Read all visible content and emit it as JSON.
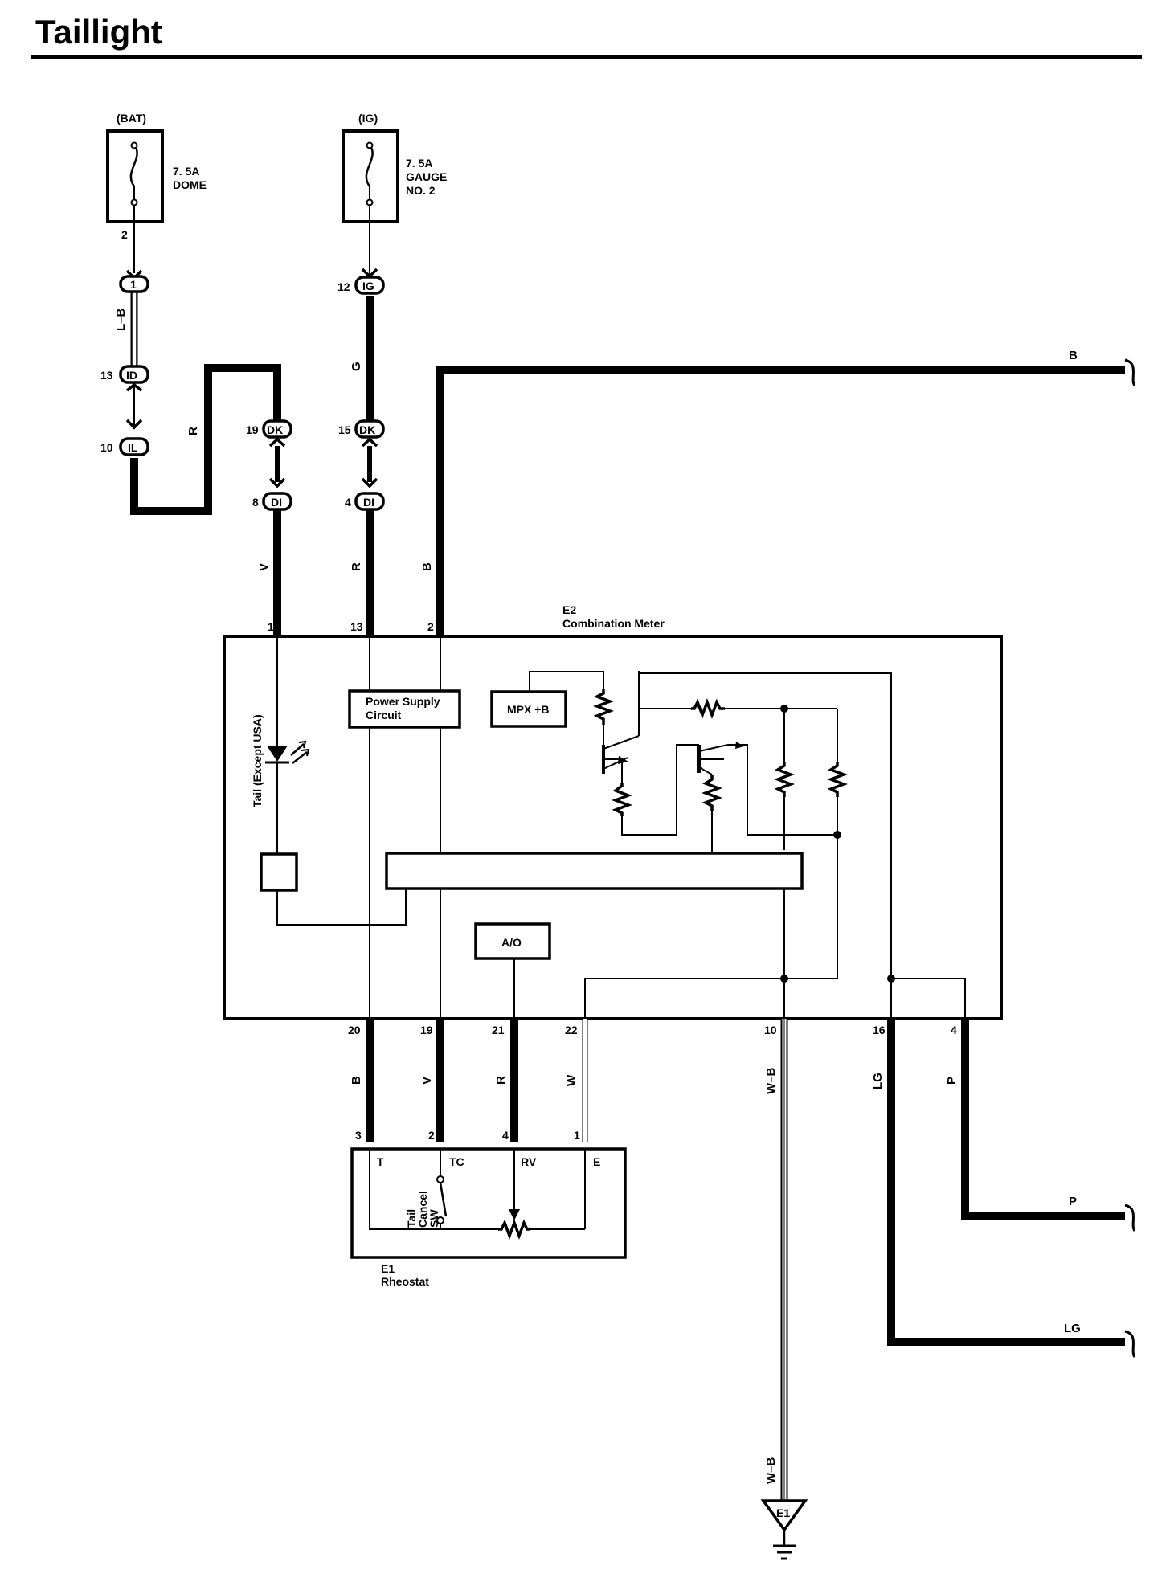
{
  "title": "Taillight",
  "fuses": [
    {
      "source": "(BAT)",
      "rating": "7. 5A",
      "name_line1": "DOME",
      "name_line2": "",
      "pin": "2"
    },
    {
      "source": "(IG)",
      "rating": "7. 5A",
      "name_line1": "GAUGE",
      "name_line2": "NO. 2",
      "pin": ""
    }
  ],
  "connectors": [
    {
      "id": "1",
      "pin": ""
    },
    {
      "id": "ID",
      "pin": "13"
    },
    {
      "id": "IL",
      "pin": "10"
    },
    {
      "id": "DK",
      "pin": "19"
    },
    {
      "id": "DI",
      "pin": "8"
    },
    {
      "id": "IG",
      "pin": "12"
    },
    {
      "id": "DK",
      "pin": "15"
    },
    {
      "id": "DI",
      "pin": "4"
    }
  ],
  "wires": {
    "lb": "L–B",
    "r_cross": "R",
    "v": "V",
    "g": "G",
    "r_ig": "R",
    "b": "B",
    "b_right": "B",
    "p_right": "P",
    "lg_right": "LG",
    "bottom": [
      "B",
      "V",
      "R",
      "W",
      "W–B",
      "LG",
      "P"
    ],
    "ground_wire": "W–B"
  },
  "meter": {
    "id": "E2",
    "name": "Combination Meter",
    "top_pins": [
      "1",
      "13",
      "2"
    ],
    "bottom_pins": [
      "20",
      "19",
      "21",
      "22",
      "10",
      "16",
      "4"
    ],
    "tail_label": "Tail (Except USA)",
    "power_supply_line1": "Power Supply",
    "power_supply_line2": "Circuit",
    "mpx": "MPX +B",
    "ao": "A/O"
  },
  "rheostat": {
    "id": "E1",
    "name": "Rheostat",
    "pins": [
      "3",
      "2",
      "4",
      "1"
    ],
    "terminals": [
      "T",
      "TC",
      "RV",
      "E"
    ],
    "switch_line1": "Tail",
    "switch_line2": "Cancel",
    "switch_line3": "SW"
  },
  "ground": "E1"
}
